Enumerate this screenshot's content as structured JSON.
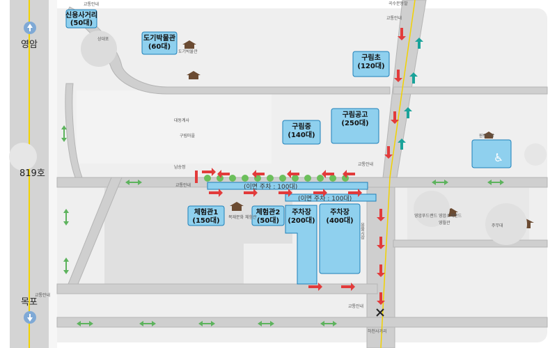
{
  "colors": {
    "road": "#d6d6d6",
    "road_edge": "#b0b0b0",
    "lot": "#8fd0ee",
    "lot_edge": "#1e7fb8",
    "accent": "#e23b3b",
    "green": "#5db35d",
    "teal": "#1aa39a",
    "blue_dot": "#1c3e8c"
  },
  "side": {
    "top_label": "영암",
    "mid_label": "819호",
    "bottom_label": "목포"
  },
  "lots": {
    "sinyong": {
      "name": "신용사거리",
      "count": "(50대)"
    },
    "dogi": {
      "name": "도기박물관",
      "count": "(60대)"
    },
    "gurimcho": {
      "name": "구림초",
      "count": "(120대)"
    },
    "gurimgonggo": {
      "name": "구림공고",
      "count": "(250대)"
    },
    "gurimjung": {
      "name": "구림중",
      "count": "(140대)"
    },
    "exp1": {
      "name": "체험관1",
      "count": "(150대)"
    },
    "exp2": {
      "name": "체험관2",
      "count": "(50대)"
    },
    "park200": {
      "name": "주차장",
      "count": "(200대)"
    },
    "park400": {
      "name": "주차장",
      "count": "(400대)"
    },
    "street1": {
      "label": "(이면 주차 : 100대)"
    },
    "street2": {
      "label": "(이면 주차 : 100대)"
    }
  },
  "places": {
    "sangdaepo": "상대포",
    "dogi_museum": "도기박물관",
    "taedonggyesa": "대동계사",
    "gurim_village": "구림마을",
    "namsongjeong": "남송정",
    "mokjae": "목재문화\n체험관",
    "wonhak": "원림학당",
    "jumudae": "주무대",
    "yeongam_food": "영암푸드랜드\n영암소재랜드",
    "yeongam_hall": "영월관",
    "yongmul_market": "용물시장",
    "hwachon": "하천사거리",
    "gwasu": "곡수문동발",
    "traffic": "교통안내"
  }
}
